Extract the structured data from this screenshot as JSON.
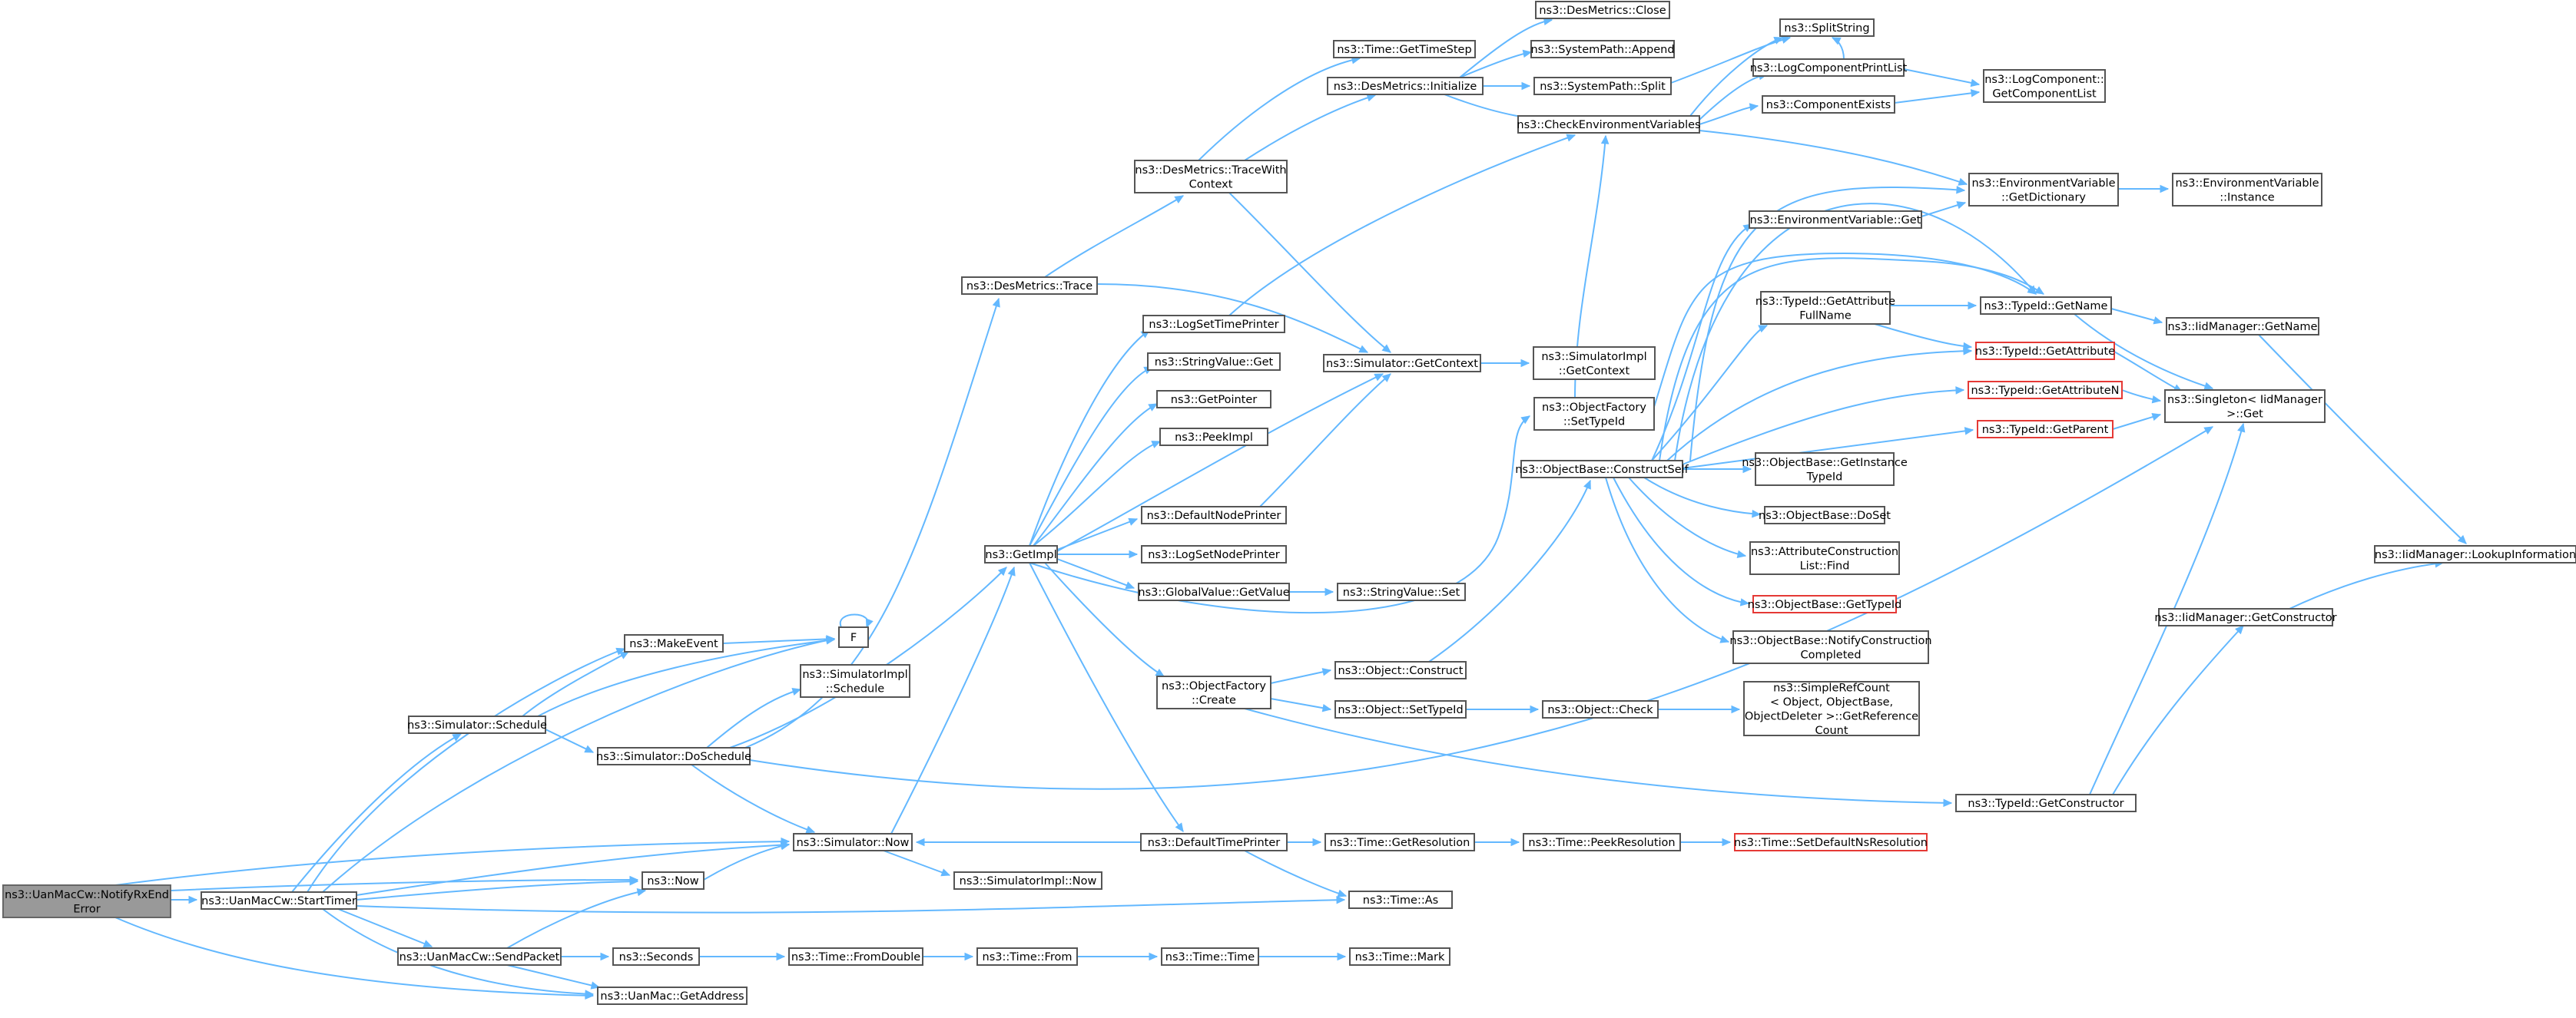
{
  "diagram": {
    "type": "call-graph",
    "colors": {
      "edge": "#63b8ff",
      "root_fill": "#999999",
      "node_border": "#555555",
      "truncated_border": "#e53935"
    },
    "nodes": [
      {
        "id": "root",
        "lines": [
          "ns3::UanMacCw::NotifyRxEnd",
          "Error"
        ],
        "root": true
      },
      {
        "id": "startTimer",
        "lines": [
          "ns3::UanMacCw::StartTimer"
        ]
      },
      {
        "id": "simSchedule",
        "lines": [
          "ns3::Simulator::Schedule"
        ]
      },
      {
        "id": "simDoSchedule",
        "lines": [
          "ns3::Simulator::DoSchedule"
        ]
      },
      {
        "id": "makeEvent",
        "lines": [
          "ns3::MakeEvent"
        ]
      },
      {
        "id": "F",
        "lines": [
          "F"
        ]
      },
      {
        "id": "simImplSchedule",
        "lines": [
          "ns3::SimulatorImpl",
          "::Schedule"
        ]
      },
      {
        "id": "desTrace",
        "lines": [
          "ns3::DesMetrics::Trace"
        ]
      },
      {
        "id": "simNow",
        "lines": [
          "ns3::Simulator::Now"
        ]
      },
      {
        "id": "now",
        "lines": [
          "ns3::Now"
        ]
      },
      {
        "id": "sendPacket",
        "lines": [
          "ns3::UanMacCw::SendPacket"
        ]
      },
      {
        "id": "getAddress",
        "lines": [
          "ns3::UanMac::GetAddress"
        ]
      },
      {
        "id": "seconds",
        "lines": [
          "ns3::Seconds"
        ]
      },
      {
        "id": "fromDouble",
        "lines": [
          "ns3::Time::FromDouble"
        ]
      },
      {
        "id": "timeFrom",
        "lines": [
          "ns3::Time::From"
        ]
      },
      {
        "id": "timeTime",
        "lines": [
          "ns3::Time::Time"
        ]
      },
      {
        "id": "timeMark",
        "lines": [
          "ns3::Time::Mark"
        ]
      },
      {
        "id": "simImplNow",
        "lines": [
          "ns3::SimulatorImpl::Now"
        ]
      },
      {
        "id": "getImpl",
        "lines": [
          "ns3::GetImpl"
        ]
      },
      {
        "id": "traceWithContext",
        "lines": [
          "ns3::DesMetrics::TraceWith",
          "Context"
        ]
      },
      {
        "id": "getTimeStep",
        "lines": [
          "ns3::Time::GetTimeStep"
        ]
      },
      {
        "id": "desInit",
        "lines": [
          "ns3::DesMetrics::Initialize"
        ]
      },
      {
        "id": "desClose",
        "lines": [
          "ns3::DesMetrics::Close"
        ]
      },
      {
        "id": "sysAppend",
        "lines": [
          "ns3::SystemPath::Append"
        ]
      },
      {
        "id": "sysSplit",
        "lines": [
          "ns3::SystemPath::Split"
        ]
      },
      {
        "id": "splitString",
        "lines": [
          "ns3::SplitString"
        ]
      },
      {
        "id": "checkEnv",
        "lines": [
          "ns3::CheckEnvironmentVariables"
        ]
      },
      {
        "id": "logCompPrintList",
        "lines": [
          "ns3::LogComponentPrintList"
        ]
      },
      {
        "id": "compExists",
        "lines": [
          "ns3::ComponentExists"
        ]
      },
      {
        "id": "getCompList",
        "lines": [
          "ns3::LogComponent::",
          "GetComponentList"
        ]
      },
      {
        "id": "envGetDict",
        "lines": [
          "ns3::EnvironmentVariable",
          "::GetDictionary"
        ]
      },
      {
        "id": "envInstance",
        "lines": [
          "ns3::EnvironmentVariable",
          "::Instance"
        ]
      },
      {
        "id": "envGet",
        "lines": [
          "ns3::EnvironmentVariable::Get"
        ]
      },
      {
        "id": "logSetTimePrinter",
        "lines": [
          "ns3::LogSetTimePrinter"
        ]
      },
      {
        "id": "strValGet",
        "lines": [
          "ns3::StringValue::Get"
        ]
      },
      {
        "id": "getPointer",
        "lines": [
          "ns3::GetPointer"
        ]
      },
      {
        "id": "peekImpl",
        "lines": [
          "ns3::PeekImpl"
        ]
      },
      {
        "id": "defNodePrinter",
        "lines": [
          "ns3::DefaultNodePrinter"
        ]
      },
      {
        "id": "logSetNodePrinter",
        "lines": [
          "ns3::LogSetNodePrinter"
        ]
      },
      {
        "id": "globalValGet",
        "lines": [
          "ns3::GlobalValue::GetValue"
        ]
      },
      {
        "id": "strValSet",
        "lines": [
          "ns3::StringValue::Set"
        ]
      },
      {
        "id": "simGetContext",
        "lines": [
          "ns3::Simulator::GetContext"
        ]
      },
      {
        "id": "simImplGetContext",
        "lines": [
          "ns3::SimulatorImpl",
          "::GetContext"
        ]
      },
      {
        "id": "objFactoryCreate",
        "lines": [
          "ns3::ObjectFactory",
          "::Create"
        ]
      },
      {
        "id": "objConstruct",
        "lines": [
          "ns3::Object::Construct"
        ]
      },
      {
        "id": "objSetTypeId",
        "lines": [
          "ns3::Object::SetTypeId"
        ]
      },
      {
        "id": "objCheck",
        "lines": [
          "ns3::Object::Check"
        ]
      },
      {
        "id": "simpleRefCount",
        "lines": [
          "ns3::SimpleRefCount",
          "< Object, ObjectBase,",
          "ObjectDeleter >::GetReference",
          "Count"
        ]
      },
      {
        "id": "defTimePrinter",
        "lines": [
          "ns3::DefaultTimePrinter"
        ]
      },
      {
        "id": "getResolution",
        "lines": [
          "ns3::Time::GetResolution"
        ]
      },
      {
        "id": "peekResolution",
        "lines": [
          "ns3::Time::PeekResolution"
        ]
      },
      {
        "id": "setDefNsRes",
        "lines": [
          "ns3::Time::SetDefaultNsResolution"
        ],
        "truncated": true
      },
      {
        "id": "timeAs",
        "lines": [
          "ns3::Time::As"
        ]
      },
      {
        "id": "objFactorySetTypeId",
        "lines": [
          "ns3::ObjectFactory",
          "::SetTypeId"
        ]
      },
      {
        "id": "constructSelf",
        "lines": [
          "ns3::ObjectBase::ConstructSelf"
        ]
      },
      {
        "id": "getAttrFullName",
        "lines": [
          "ns3::TypeId::GetAttribute",
          "FullName"
        ]
      },
      {
        "id": "getInstanceTypeId",
        "lines": [
          "ns3::ObjectBase::GetInstance",
          "TypeId"
        ]
      },
      {
        "id": "doSet",
        "lines": [
          "ns3::ObjectBase::DoSet"
        ]
      },
      {
        "id": "attrConstrFind",
        "lines": [
          "ns3::AttributeConstruction",
          "List::Find"
        ]
      },
      {
        "id": "objBaseGetTypeId",
        "lines": [
          "ns3::ObjectBase::GetTypeId"
        ],
        "truncated": true
      },
      {
        "id": "notifyConstr",
        "lines": [
          "ns3::ObjectBase::NotifyConstruction",
          "Completed"
        ]
      },
      {
        "id": "typeIdGetName",
        "lines": [
          "ns3::TypeId::GetName"
        ]
      },
      {
        "id": "typeIdGetAttribute",
        "lines": [
          "ns3::TypeId::GetAttribute"
        ],
        "truncated": true
      },
      {
        "id": "typeIdGetAttributeN",
        "lines": [
          "ns3::TypeId::GetAttributeN"
        ],
        "truncated": true
      },
      {
        "id": "typeIdGetParent",
        "lines": [
          "ns3::TypeId::GetParent"
        ],
        "truncated": true
      },
      {
        "id": "typeIdGetConstructor",
        "lines": [
          "ns3::TypeId::GetConstructor"
        ]
      },
      {
        "id": "iidGetName",
        "lines": [
          "ns3::IidManager::GetName"
        ]
      },
      {
        "id": "singletonGet",
        "lines": [
          "ns3::Singleton< IidManager",
          ">::Get"
        ]
      },
      {
        "id": "iidLookup",
        "lines": [
          "ns3::IidManager::LookupInformation"
        ]
      },
      {
        "id": "iidGetConstructor",
        "lines": [
          "ns3::IidManager::GetConstructor"
        ]
      }
    ]
  }
}
